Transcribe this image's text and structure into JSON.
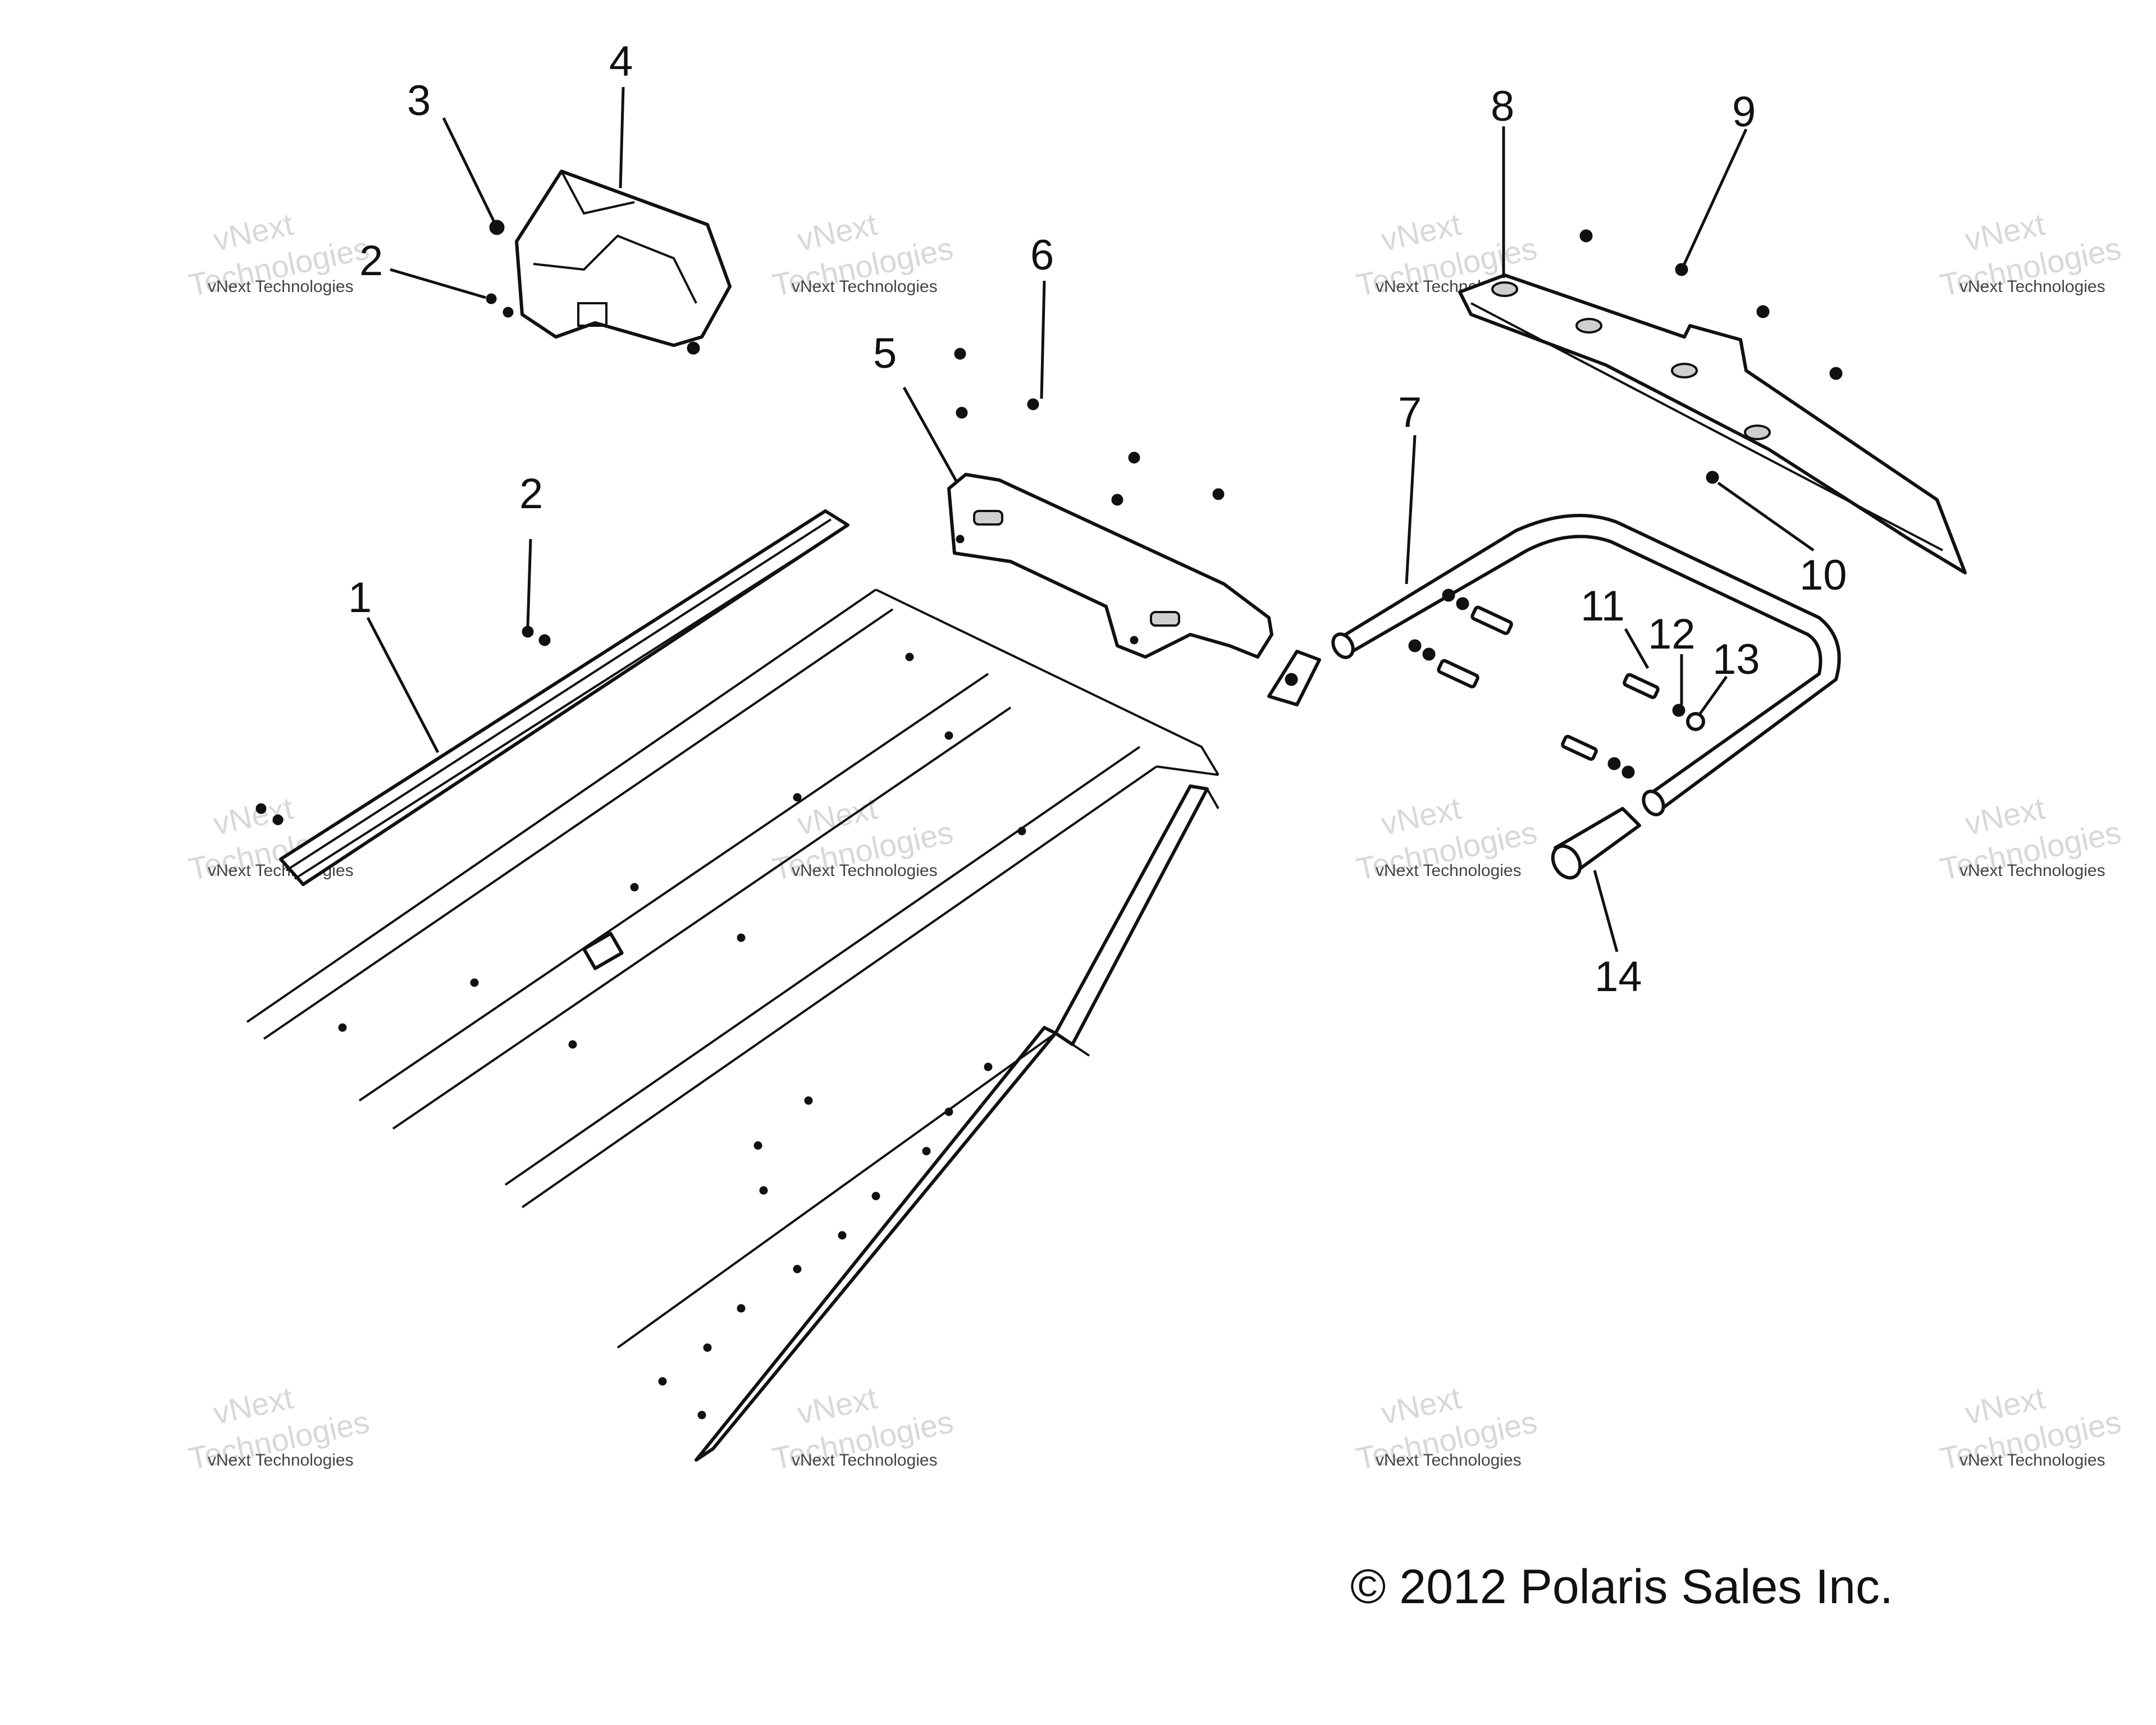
{
  "callouts": [
    "1",
    "2",
    "2",
    "3",
    "4",
    "5",
    "6",
    "7",
    "8",
    "9",
    "10",
    "11",
    "12",
    "13",
    "14"
  ],
  "watermark": {
    "line1": "vNext Technologies",
    "line2": "vNext",
    "line3": "Technologies"
  },
  "copyright": "© 2012 Polaris Sales Inc."
}
